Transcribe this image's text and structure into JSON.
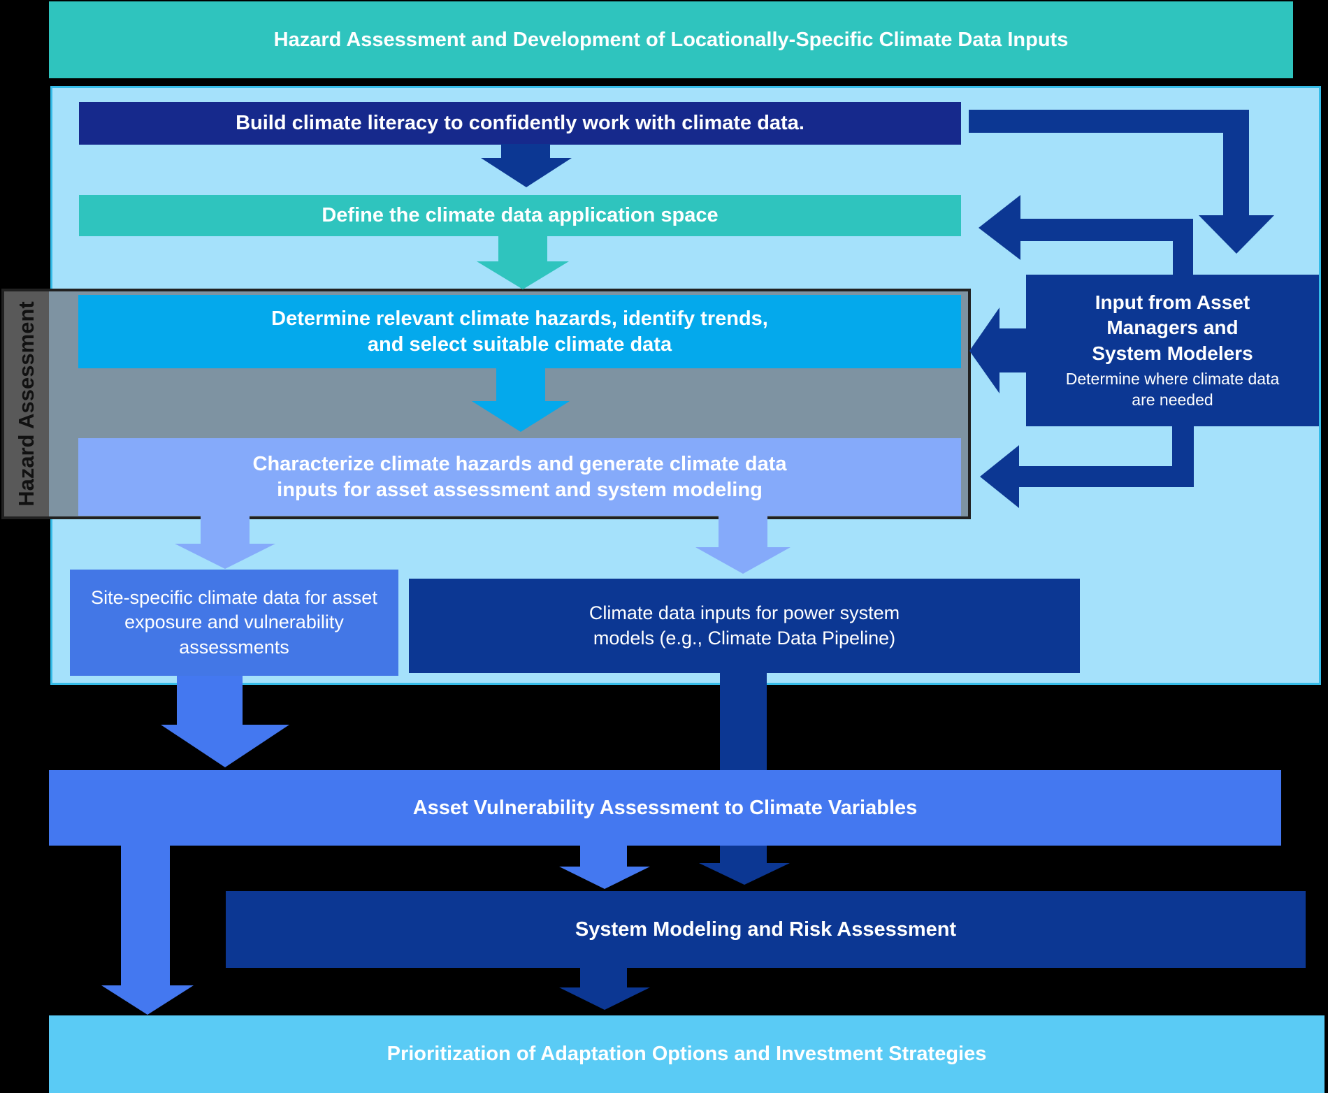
{
  "palette": {
    "teal": "#2FC4BE",
    "navy": "#0C3793",
    "dark_indigo": "#16298C",
    "cyan": "#04A9EC",
    "periwinkle": "#85AAFA",
    "blue": "#4478F0",
    "site_blue": "#4377E6",
    "light_sky": "#5ACBF5",
    "container_fill": "#A5E1FB",
    "container_border": "#35BCE8",
    "gray_band": "#7E93A2",
    "gray_label_strip": "#595959",
    "background": "#000000"
  },
  "banner": {
    "title": "Hazard Assessment and Development of Locationally-Specific Climate Data Inputs"
  },
  "hazard_section": {
    "side_label": "Hazard Assessment",
    "build_label": "Build climate literacy to confidently work with climate data.",
    "define_label": "Define the climate data application space",
    "determine_label": "Determine relevant climate hazards, identify trends,\nand select suitable climate data",
    "characterize_label": "Characterize climate hazards and generate climate data\ninputs for asset assessment and system modeling",
    "input_box": {
      "title": "Input from Asset\nManagers and\nSystem Modelers",
      "subtitle": "Determine where climate data\nare needed"
    },
    "site_label": "Site-specific climate data for asset\nexposure and vulnerability\nassessments",
    "climate_inputs_label": "Climate data inputs for power system\nmodels (e.g., Climate Data Pipeline)"
  },
  "bottom": {
    "asset_vulnerability_label": "Asset Vulnerability Assessment to Climate Variables",
    "system_modeling_label": "System Modeling and Risk Assessment",
    "prioritization_label": "Prioritization of Adaptation Options and Investment Strategies"
  }
}
